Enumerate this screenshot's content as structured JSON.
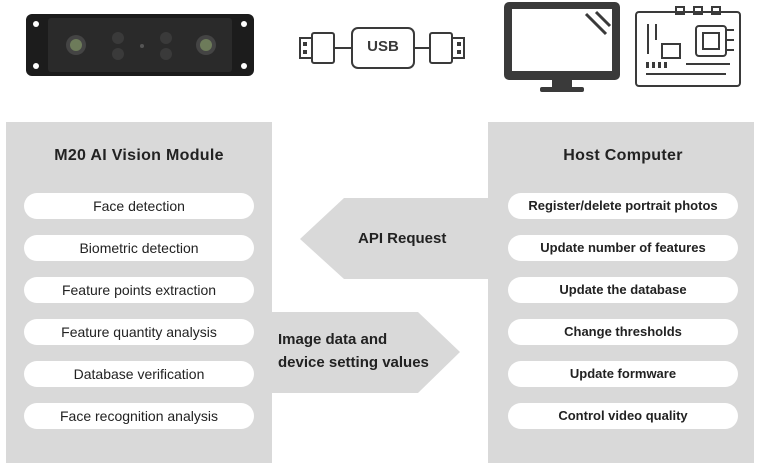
{
  "usb_label": "USB",
  "module": {
    "title": "M20 AI Vision Module",
    "items": [
      "Face detection",
      "Biometric detection",
      "Feature points extraction",
      "Feature quantity analysis",
      "Database verification",
      "Face recognition analysis"
    ]
  },
  "host": {
    "title": "Host Computer",
    "items": [
      "Register/delete portrait photos",
      "Update number of features",
      "Update the database",
      "Change thresholds",
      "Update formware",
      "Control video quality"
    ]
  },
  "arrows": {
    "api_request": "API Request",
    "image_data_line1": "Image data and",
    "image_data_line2": "device setting values"
  },
  "icons": {
    "camera": "camera-module-icon",
    "usb": "usb-cable-icon",
    "monitor": "monitor-icon",
    "board": "circuit-board-icon"
  },
  "colors": {
    "panel": "#d9d9d9",
    "pill": "#ffffff",
    "icon": "#3a3a3a",
    "text": "#222222"
  }
}
